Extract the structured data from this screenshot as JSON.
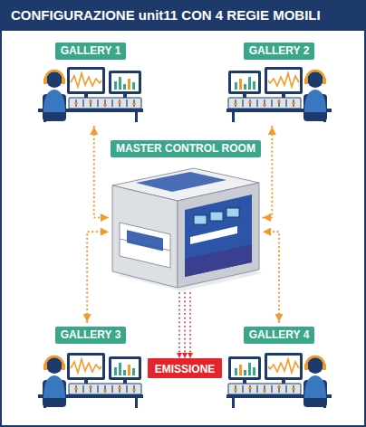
{
  "diagram": {
    "title": "CONFIGURAZIONE unit11 CON 4 REGIE MOBILI",
    "nodes": [
      {
        "text": [
          "GALLERY 1"
        ]
      },
      {
        "text": [
          "GALLERY 2"
        ]
      },
      {
        "text": [
          "MASTER CONTROL ROOM"
        ]
      },
      {
        "text": [
          "GALLERY 3"
        ]
      },
      {
        "text": [
          "GALLERY 4"
        ]
      },
      {
        "text": [
          "EMISSIONE"
        ]
      }
    ],
    "edges": [
      {
        "from": 0,
        "to": 2,
        "arrow": "both"
      },
      {
        "from": 1,
        "to": 2,
        "arrow": "both"
      },
      {
        "from": 3,
        "to": 2,
        "arrow": "both"
      },
      {
        "from": 4,
        "to": 2,
        "arrow": "both"
      },
      {
        "from": 2,
        "to": 5,
        "arrow": "to"
      }
    ]
  }
}
